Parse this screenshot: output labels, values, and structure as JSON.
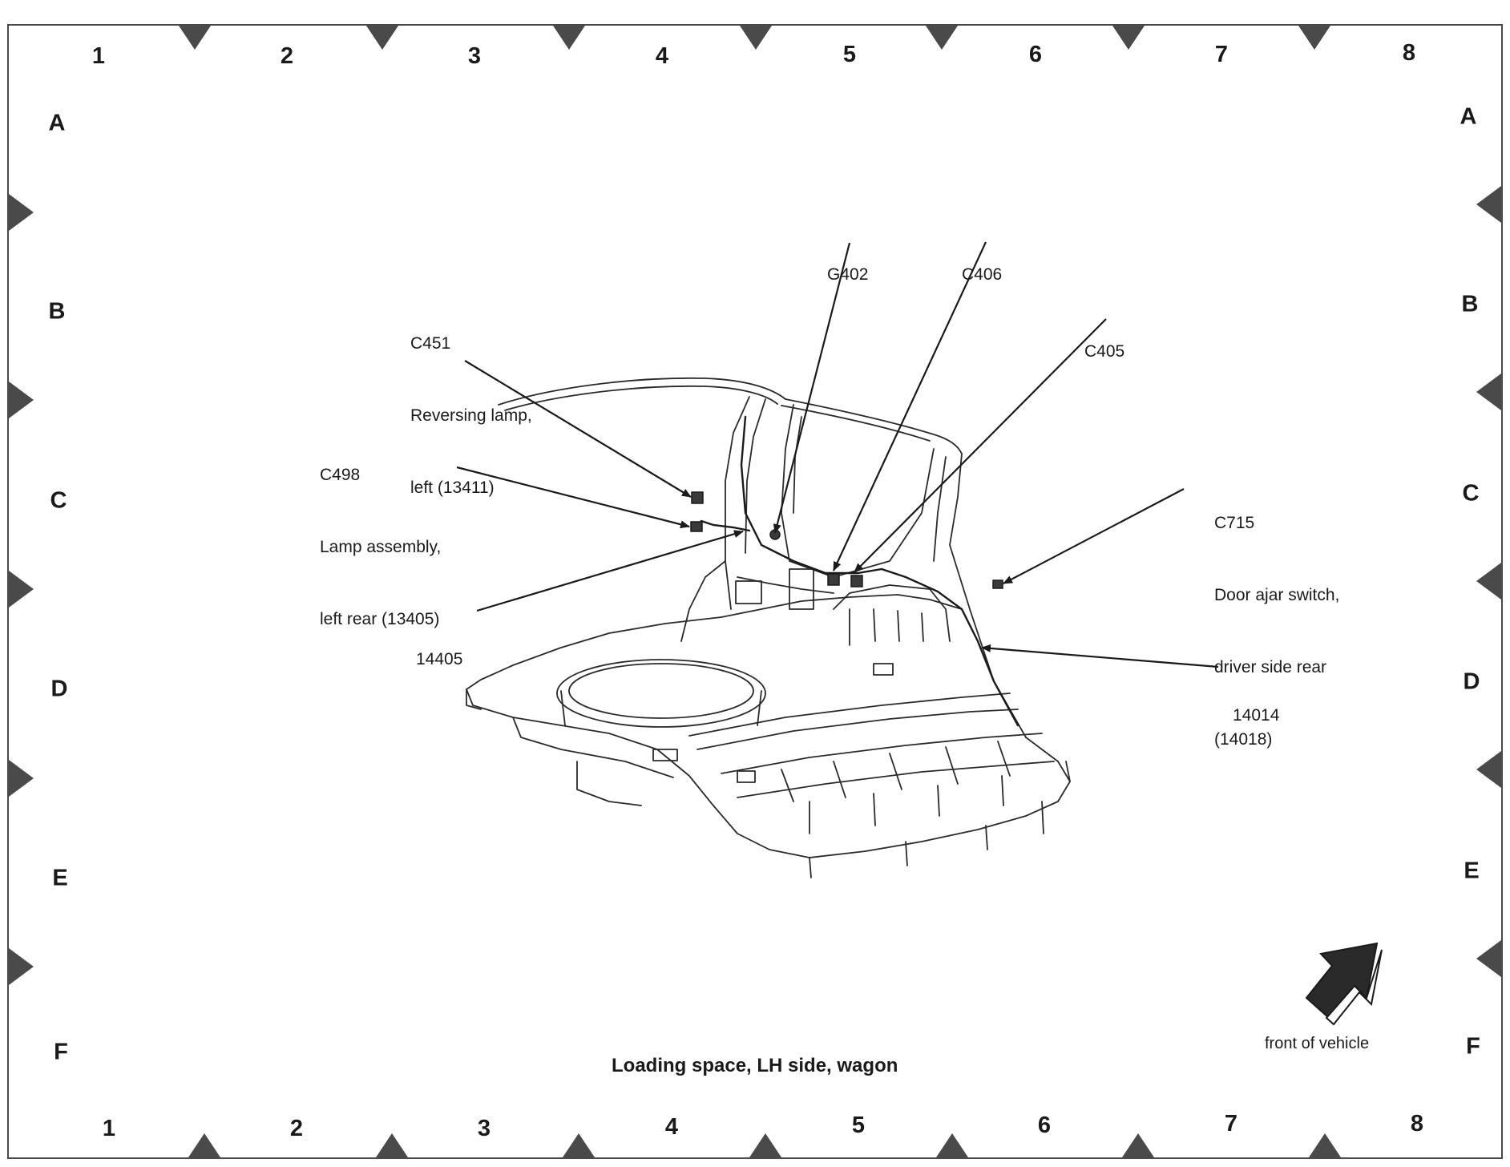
{
  "grid": {
    "columns": [
      "1",
      "2",
      "3",
      "4",
      "5",
      "6",
      "7",
      "8"
    ],
    "rows": [
      "A",
      "B",
      "C",
      "D",
      "E",
      "F"
    ]
  },
  "callouts": {
    "g402": {
      "id": "G402"
    },
    "c406": {
      "id": "C406"
    },
    "c405": {
      "id": "C405"
    },
    "c451": {
      "id": "C451",
      "line1": "Reversing lamp,",
      "line2": "left (13411)"
    },
    "c498": {
      "id": "C498",
      "line1": "Lamp assembly,",
      "line2": "left rear (13405)"
    },
    "w14405": {
      "id": "14405"
    },
    "c715": {
      "id": "C715",
      "line1": "Door ajar switch,",
      "line2": "driver side rear",
      "line3": "(14018)"
    },
    "w14014": {
      "id": "14014"
    }
  },
  "caption": "Loading space, LH side, wagon",
  "orientation": {
    "label": "front of vehicle",
    "icon": "front-arrow-icon"
  },
  "colors": {
    "ink": "#1a1a1a",
    "marker": "#4a4a4a",
    "arrow_fill": "#2a2a2a"
  }
}
